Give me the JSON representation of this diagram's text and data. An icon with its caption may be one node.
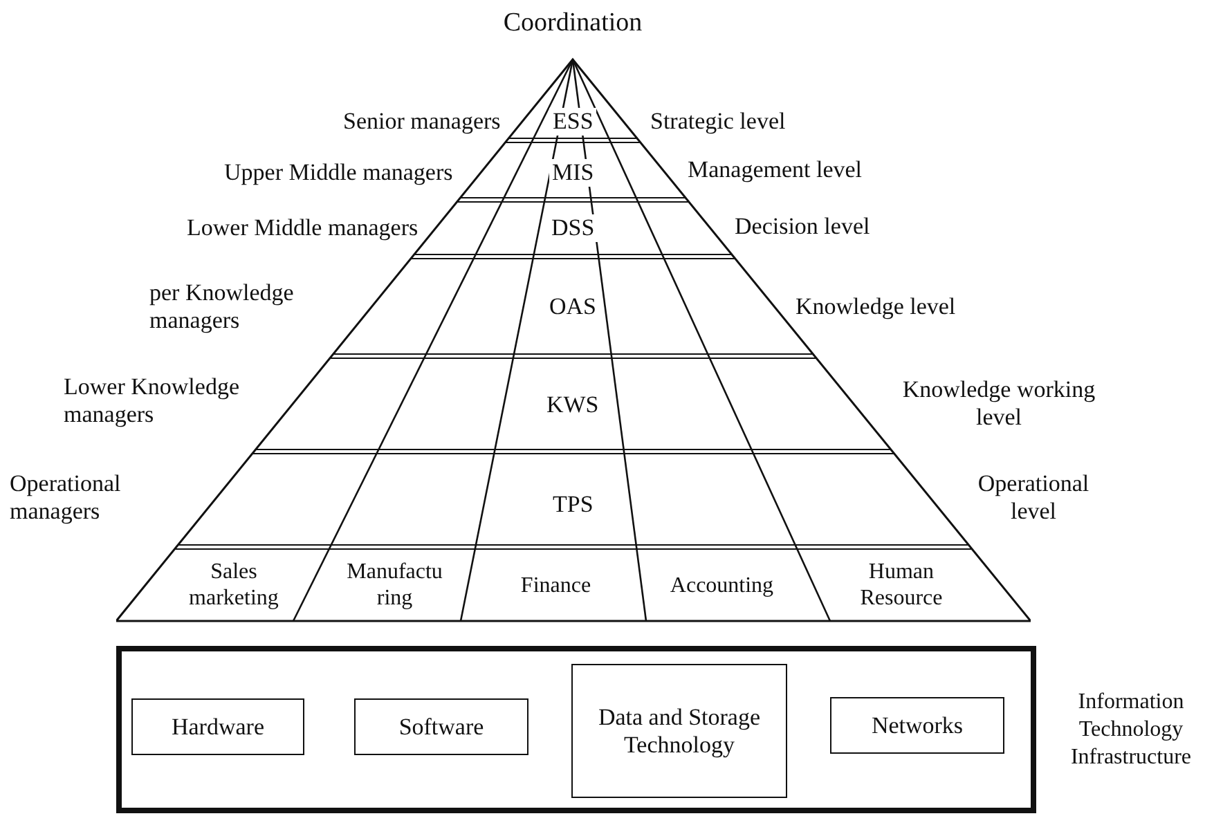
{
  "diagram": {
    "nodes": [
      {
        "text": [
          "Coordination"
        ]
      },
      {
        "text": [
          "ESS"
        ],
        "in": 0
      },
      {
        "text": [
          "MIS"
        ],
        "in": 0
      },
      {
        "text": [
          "DSS"
        ],
        "in": 0
      },
      {
        "text": [
          "OAS"
        ],
        "in": 0
      },
      {
        "text": [
          "KWS"
        ],
        "in": 0
      },
      {
        "text": [
          "TPS"
        ],
        "in": 0
      },
      {
        "text": [
          "Sales marketing"
        ],
        "in": 0
      },
      {
        "text": [
          "Manufactu ring"
        ],
        "in": 0
      },
      {
        "text": [
          "Finance"
        ],
        "in": 0
      },
      {
        "text": [
          "Accounting"
        ],
        "in": 0
      },
      {
        "text": [
          "Human Resource"
        ],
        "in": 0
      },
      {
        "text": [
          "Information Technology Infrastructure"
        ]
      },
      {
        "text": [
          "Hardware"
        ],
        "in": 12
      },
      {
        "text": [
          "Software"
        ],
        "in": 12
      },
      {
        "text": [
          "Data and Storage Technology"
        ],
        "in": 12
      },
      {
        "text": [
          "Networks"
        ],
        "in": 12
      }
    ],
    "edges": [],
    "labels": [
      "Senior managers",
      "Strategic level",
      "Upper Middle managers",
      "Management level",
      "Lower Middle managers",
      "Decision level",
      "per Knowledge managers",
      "Knowledge level",
      "Lower Knowledge managers",
      "Knowledge working level",
      "Operational managers",
      "Operational level"
    ]
  }
}
